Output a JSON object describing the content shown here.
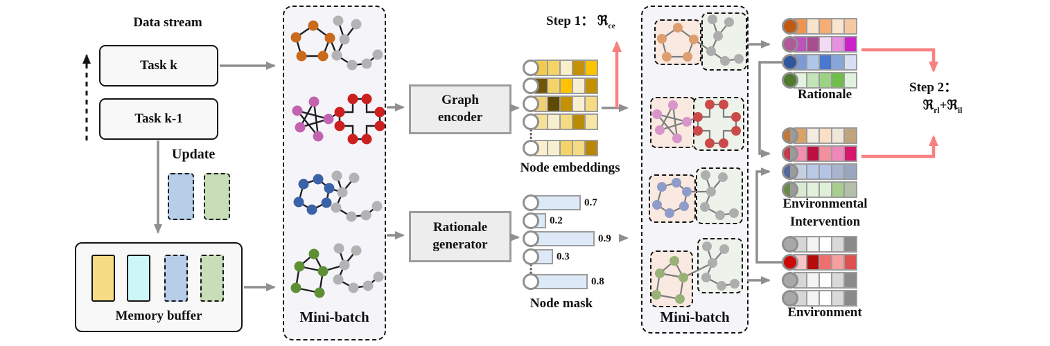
{
  "palette": {
    "arrow_gray": "#8f8f8f",
    "arrow_red": "#f98080",
    "dash_border": "#141414",
    "batch_bg": "#f5f4f9",
    "peach_bg": "#f9e9e1",
    "sage_bg": "#edf2ea",
    "mask_bar": "#dde9f6",
    "node_orange": "#c96a1c",
    "node_magenta": "#c263b0",
    "node_red": "#cc2020",
    "node_blue": "#3a62a8",
    "node_green": "#5d8f35",
    "node_gray": "#b3b3b3"
  },
  "data_stream": {
    "title": "Data stream",
    "task_top": "Task k",
    "task_bottom": "Task k-1",
    "update_label": "Update"
  },
  "memory_buffer": {
    "label": "Memory buffer",
    "slots": [
      {
        "color": "#f6dc85",
        "dashed": false
      },
      {
        "color": "#cdf6f6",
        "dashed": false
      },
      {
        "color": "#b7cee8",
        "dashed": true
      },
      {
        "color": "#c8deb9",
        "dashed": true
      }
    ],
    "update_slots": [
      {
        "color": "#b7cee8"
      },
      {
        "color": "#c8deb9"
      }
    ]
  },
  "mini_batch_left": {
    "label": "Mini-batch"
  },
  "mini_batch_right": {
    "label": "Mini-batch"
  },
  "graph_encoder": {
    "line1": "Graph",
    "line2": "encoder"
  },
  "rationale_generator": {
    "line1": "Rationale",
    "line2": "generator"
  },
  "node_embeddings": {
    "label": "Node embeddings",
    "rows": [
      [
        "#f2cb4e",
        "#f4d369",
        "#f8efcb",
        "#c49104",
        "#fdc303"
      ],
      [
        "#6f5607",
        "#f4d369",
        "#fdc303",
        "#f8efd1",
        "#c49104"
      ],
      [
        "#efd077",
        "#5f4a04",
        "#c49104",
        "#f8efd1",
        "#f4db84"
      ],
      [
        "#f6e297",
        "#f8efd1",
        "#f4db84",
        "#ba8b02",
        "#f6e7a8"
      ],
      [
        "#f8efd1",
        "#f8efd1",
        "#f4d369",
        "#f4db84",
        "#b8860b"
      ]
    ]
  },
  "node_mask": {
    "label": "Node mask",
    "values": [
      0.7,
      0.2,
      0.9,
      0.3,
      0.8
    ]
  },
  "step1": {
    "prefix": "Step 1：",
    "symbol": "ℜ",
    "subscript": "ce"
  },
  "step2": {
    "title": "Step 2：",
    "term1_symbol": "ℜ",
    "term1_sub": "rl",
    "operator": "+",
    "term2_symbol": "ℜ",
    "term2_sub": "il"
  },
  "rationale": {
    "label": "Rationale",
    "rows": [
      {
        "circle": "#c05a12",
        "cells": [
          "#ef944c",
          "#fae3cb",
          "#f4ad72",
          "#fae5cf",
          "#f6c8a2"
        ]
      },
      {
        "circle": "#b05a98",
        "cells": [
          "#bc52be",
          "#a84e90",
          "#f2daf2",
          "#e890e2",
          "#cc22cc"
        ]
      },
      {
        "circle": "#30569e",
        "cells": [
          "#7d9ad7",
          "#afc7ea",
          "#4878d0",
          "#88a6dc",
          "#d8dff5"
        ]
      },
      {
        "circle": "#4f7a2e",
        "cells": [
          "#e4f2e0",
          "#c2e5b8",
          "#9bd383",
          "#6fbe4a",
          "#dff2db"
        ]
      }
    ]
  },
  "environmental_intervention": {
    "label_line1": "Environmental",
    "label_line2": "Intervention",
    "rows": [
      {
        "circle": "#c0793a",
        "circle2": "#9b9b9b",
        "cells": [
          "#d9a268",
          "#f2ece2",
          "#fadfc4",
          "#efe8da",
          "#c0a47e"
        ]
      },
      {
        "circle": "#c23d4a",
        "circle2": "#9b9b9b",
        "cells": [
          "#f08fae",
          "#bd1040",
          "#f2909e",
          "#ef87b8",
          "#d6176e"
        ]
      },
      {
        "circle": "#56689c",
        "circle2": "#9b9b9b",
        "cells": [
          "#c6cfe2",
          "#b9c9e8",
          "#b3c4e6",
          "#a9b5cf",
          "#9aa6bf"
        ]
      },
      {
        "circle": "#6a8a4a",
        "circle2": "#9b9b9b",
        "cells": [
          "#d9ead2",
          "#e2f0dc",
          "#dff0d8",
          "#a9cc8f",
          "#b3bfa9"
        ]
      }
    ]
  },
  "environment": {
    "label": "Environment",
    "rows": [
      {
        "circle": "#a8a8a8",
        "cells": [
          "#d6d6d6",
          "#f4f4f4",
          "#ffffff",
          "#d9d9d9",
          "#8a8a8a"
        ]
      },
      {
        "circle": "#cc0808",
        "cells": [
          "#f7c6c6",
          "#b50d0d",
          "#ef6e6e",
          "#f59f9f",
          "#de5151"
        ]
      },
      {
        "circle": "#a8a8a8",
        "cells": [
          "#d6d6d6",
          "#f4f4f4",
          "#ffffff",
          "#d9d9d9",
          "#8a8a8a"
        ]
      },
      {
        "circle": "#a8a8a8",
        "cells": [
          "#d6d6d6",
          "#f4f4f4",
          "#ffffff",
          "#d9d9d9",
          "#8a8a8a"
        ]
      }
    ]
  }
}
